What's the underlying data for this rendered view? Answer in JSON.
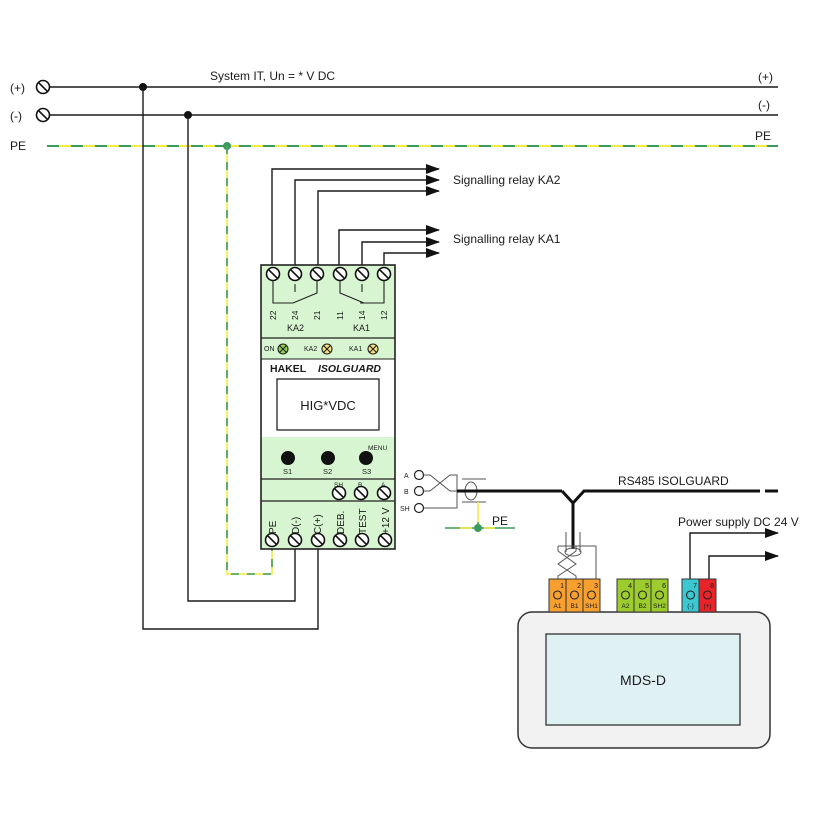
{
  "bus": {
    "plus_left": "(+)",
    "minus_left": "(-)",
    "pe_left": "PE",
    "plus_right": "(+)",
    "minus_right": "(-)",
    "pe_right": "PE",
    "system_label": "System IT, Un = * V DC"
  },
  "relays": {
    "ka2_label": "Signalling relay KA2",
    "ka1_label": "Signalling relay KA1"
  },
  "device": {
    "terminals_top": [
      "22",
      "24",
      "21",
      "11",
      "14",
      "12"
    ],
    "group_ka2": "KA2",
    "group_ka1": "KA1",
    "leds": [
      {
        "label": "ON",
        "color": "#8fd14f"
      },
      {
        "label": "KA2",
        "color": "#f5e27a"
      },
      {
        "label": "KA1",
        "color": "#f5e27a"
      }
    ],
    "brand": "HAKEL",
    "model": "ISOLGUARD",
    "display_text": "HIG*VDC",
    "menu_label": "MENU",
    "buttons": [
      "S1",
      "S2",
      "S3"
    ],
    "rs485_terminals": [
      "SH",
      "B",
      "A"
    ],
    "terminals_bottom": [
      "PE",
      "D(-)",
      "C(+)",
      "DEB.",
      "TEST",
      "+12 V"
    ],
    "body_color": "#d6f5d0"
  },
  "rs485": {
    "pins": [
      "A",
      "B",
      "SH"
    ],
    "pe_label": "PE",
    "bus_label": "RS485 ISOLGUARD"
  },
  "power": {
    "label": "Power supply DC 24 V"
  },
  "mds": {
    "label": "MDS-D",
    "connectors": [
      {
        "num": "1",
        "label": "A1",
        "color": "#f7a030"
      },
      {
        "num": "2",
        "label": "B1",
        "color": "#f7a030"
      },
      {
        "num": "3",
        "label": "SH1",
        "color": "#f7a030"
      },
      {
        "num": "4",
        "label": "A2",
        "color": "#9ccc2e"
      },
      {
        "num": "5",
        "label": "B2",
        "color": "#9ccc2e"
      },
      {
        "num": "6",
        "label": "SH2",
        "color": "#9ccc2e"
      },
      {
        "num": "7",
        "label": "(-)",
        "color": "#3cc8d0"
      },
      {
        "num": "8",
        "label": "(+)",
        "color": "#e8242a"
      }
    ]
  }
}
